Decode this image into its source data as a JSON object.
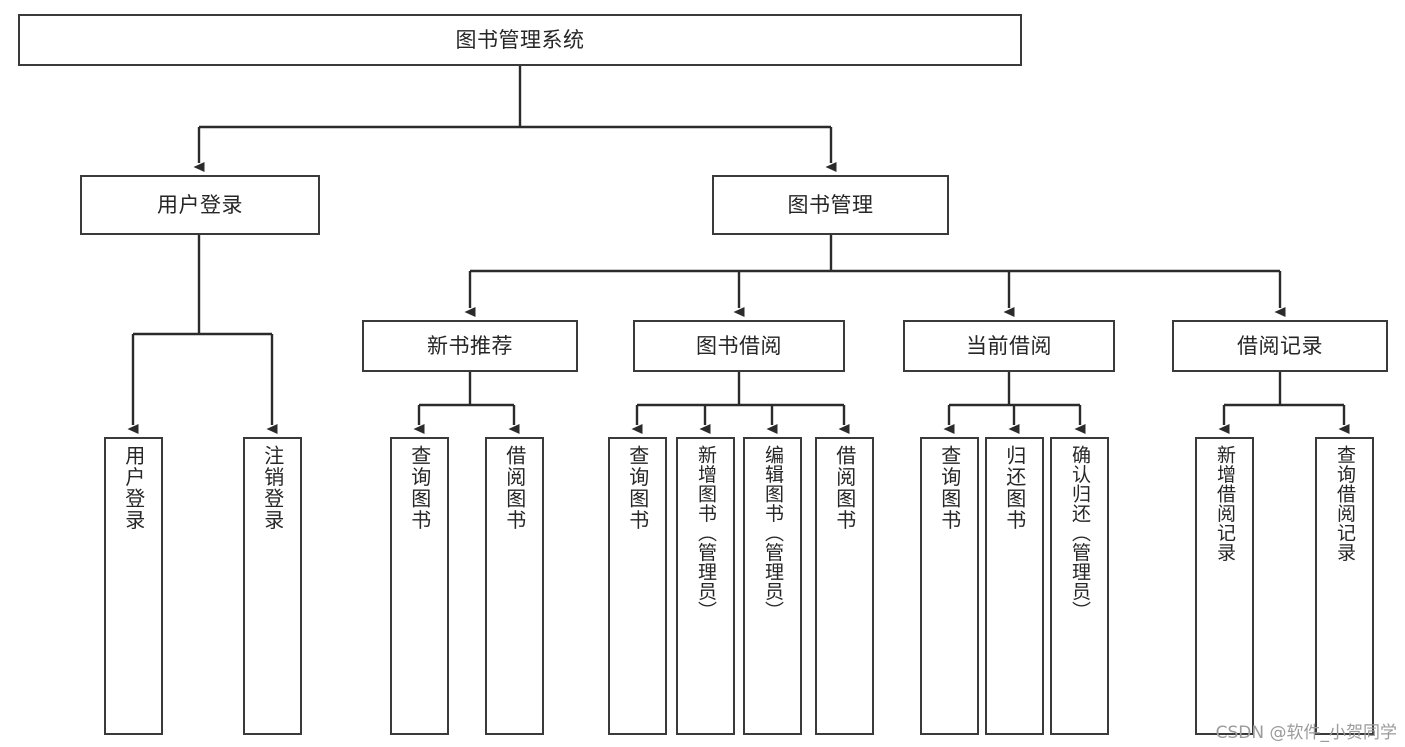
{
  "diagram": {
    "type": "tree-hierarchy",
    "title": "图书管理系统",
    "orientation": "top-down",
    "colors": {
      "box_border": "#3a3a3a",
      "box_fill": "#ffffff",
      "edge": "#2b2b2b",
      "text": "#262626",
      "watermark": "#9b9b9b",
      "background": "#ffffff"
    },
    "levels": {
      "root": {
        "label": "图书管理系统"
      },
      "level2": [
        {
          "id": "user-login",
          "label": "用户登录"
        },
        {
          "id": "book-management",
          "label": "图书管理"
        }
      ],
      "level3": [
        {
          "id": "new-book-recommend",
          "label": "新书推荐"
        },
        {
          "id": "book-borrow",
          "label": "图书借阅"
        },
        {
          "id": "current-borrow",
          "label": "当前借阅"
        },
        {
          "id": "borrow-record",
          "label": "借阅记录"
        }
      ],
      "leaves": [
        {
          "id": "leaf-user-login",
          "label": "用户登录",
          "parent": "user-login"
        },
        {
          "id": "leaf-logout",
          "label": "注销登录",
          "parent": "user-login"
        },
        {
          "id": "leaf-query-book-1",
          "label": "查询图书",
          "parent": "new-book-recommend"
        },
        {
          "id": "leaf-borrow-book-1",
          "label": "借阅图书",
          "parent": "new-book-recommend"
        },
        {
          "id": "leaf-query-book-2",
          "label": "查询图书",
          "parent": "book-borrow"
        },
        {
          "id": "leaf-add-book",
          "label": "新增图书（管理员）",
          "parent": "book-borrow"
        },
        {
          "id": "leaf-edit-book",
          "label": "编辑图书（管理员）",
          "parent": "book-borrow"
        },
        {
          "id": "leaf-borrow-book-2",
          "label": "借阅图书",
          "parent": "book-borrow"
        },
        {
          "id": "leaf-query-book-3",
          "label": "查询图书",
          "parent": "current-borrow"
        },
        {
          "id": "leaf-return-book",
          "label": "归还图书",
          "parent": "current-borrow"
        },
        {
          "id": "leaf-confirm-return",
          "label": "确认归还（管理员）",
          "parent": "current-borrow"
        },
        {
          "id": "leaf-add-record",
          "label": "新增借阅记录",
          "parent": "borrow-record"
        },
        {
          "id": "leaf-query-record",
          "label": "查询借阅记录",
          "parent": "borrow-record"
        }
      ]
    }
  },
  "watermark": {
    "text": "CSDN @软件_小贺同学"
  }
}
